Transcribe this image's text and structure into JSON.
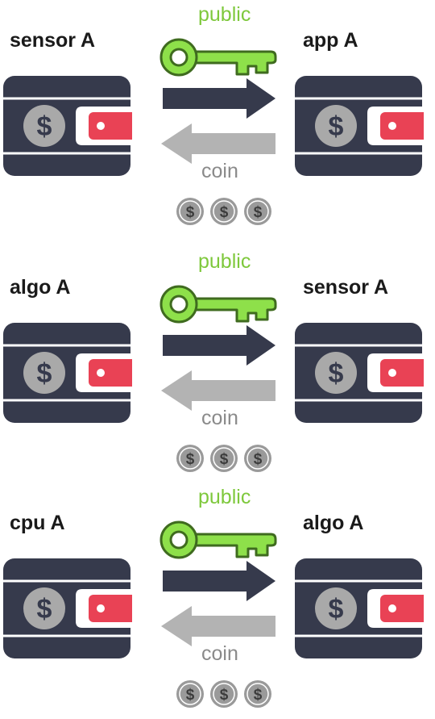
{
  "rows": [
    {
      "left_label": "sensor A",
      "right_label": "app A",
      "key_label": "public",
      "coin_label": "coin"
    },
    {
      "left_label": "algo A",
      "right_label": "sensor A",
      "key_label": "public",
      "coin_label": "coin"
    },
    {
      "left_label": "cpu A",
      "right_label": "algo A",
      "key_label": "public",
      "coin_label": "coin"
    }
  ],
  "icons": {
    "wallet": "wallet-icon",
    "key": "key-icon",
    "arrow_right": "arrow-right-icon",
    "arrow_left": "arrow-left-icon",
    "coin": "dollar-coin-icon",
    "coins_per_row": 3
  },
  "colors": {
    "wallet_body": "#363a4c",
    "wallet_stripe": "#ffffff",
    "wallet_coin": "#a9a9a9",
    "wallet_clasp": "#e94255",
    "key_fill": "#8ee04a",
    "key_outline": "#3f6b1f",
    "arrow_right": "#363a4c",
    "arrow_left": "#b3b3b3",
    "public_text": "#7ec83c",
    "coin_text": "#8a8a8a",
    "small_coin": "#9a9a9a"
  }
}
